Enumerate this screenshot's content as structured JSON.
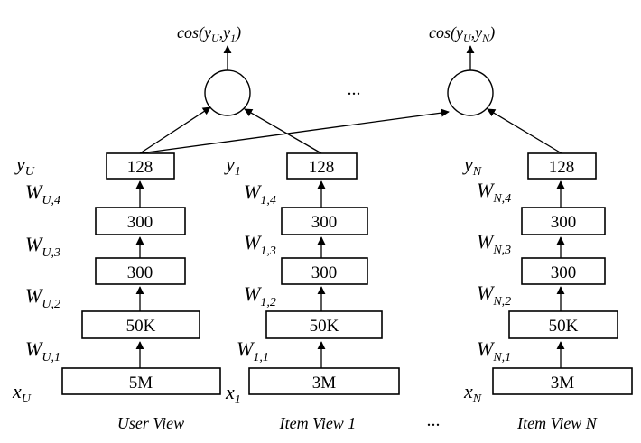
{
  "towers": [
    {
      "caption": "User View",
      "input_label": "x",
      "input_sub": "U",
      "output_label": "y",
      "output_sub": "U",
      "weights": [
        {
          "main": "W",
          "sub": "U,1"
        },
        {
          "main": "W",
          "sub": "U,2"
        },
        {
          "main": "W",
          "sub": "U,3"
        },
        {
          "main": "W",
          "sub": "U,4"
        }
      ],
      "layers": [
        "5M",
        "50K",
        "300",
        "300",
        "128"
      ]
    },
    {
      "caption": "Item View 1",
      "input_label": "x",
      "input_sub": "1",
      "output_label": "y",
      "output_sub": "1",
      "weights": [
        {
          "main": "W",
          "sub": "1,1"
        },
        {
          "main": "W",
          "sub": "1,2"
        },
        {
          "main": "W",
          "sub": "1,3"
        },
        {
          "main": "W",
          "sub": "1,4"
        }
      ],
      "layers": [
        "3M",
        "50K",
        "300",
        "300",
        "128"
      ]
    },
    {
      "caption": "Item View N",
      "input_label": "x",
      "input_sub": "N",
      "output_label": "y",
      "output_sub": "N",
      "weights": [
        {
          "main": "W",
          "sub": "N,1"
        },
        {
          "main": "W",
          "sub": "N,2"
        },
        {
          "main": "W",
          "sub": "N,3"
        },
        {
          "main": "W",
          "sub": "N,4"
        }
      ],
      "layers": [
        "3M",
        "50K",
        "300",
        "300",
        "128"
      ]
    }
  ],
  "similarities": [
    {
      "prefix": "cos(",
      "a": "y",
      "a_sub": "U",
      "sep": ",",
      "b": "y",
      "b_sub": "1",
      "suffix": ")"
    },
    {
      "prefix": "cos(",
      "a": "y",
      "a_sub": "U",
      "sep": ",",
      "b": "y",
      "b_sub": "N",
      "suffix": ")"
    }
  ],
  "ellipsis_top": "...",
  "ellipsis_bottom": "..."
}
